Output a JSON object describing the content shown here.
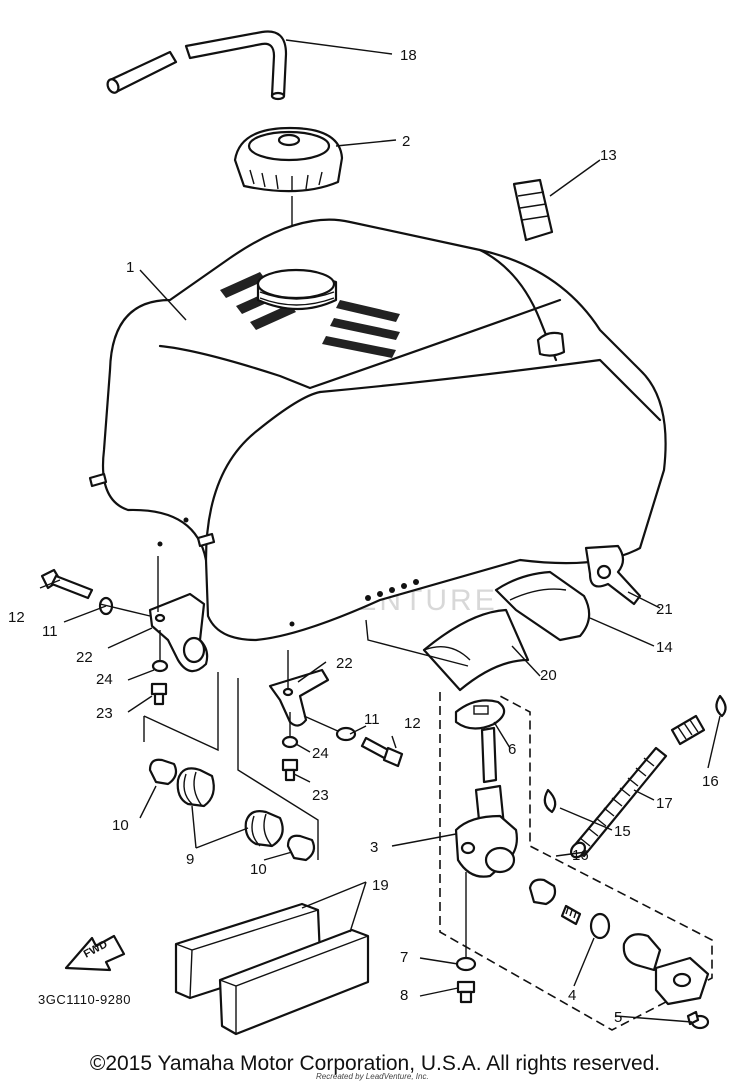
{
  "callouts": {
    "c1": "1",
    "c2": "2",
    "c3": "3",
    "c4": "4",
    "c5": "5",
    "c6": "6",
    "c7": "7",
    "c8": "8",
    "c9": "9",
    "c10a": "10",
    "c10b": "10",
    "c11a": "11",
    "c11b": "11",
    "c12a": "12",
    "c12b": "12",
    "c13": "13",
    "c14": "14",
    "c15": "15",
    "c16a": "16",
    "c16b": "16",
    "c17": "17",
    "c18": "18",
    "c19": "19",
    "c20": "20",
    "c21": "21",
    "c22a": "22",
    "c22b": "22",
    "c23a": "23",
    "c23b": "23",
    "c24a": "24",
    "c24b": "24"
  },
  "diagram_code": "3GC1110-9280",
  "fwd_label": "FWD",
  "watermark": "LEADVENTURE",
  "copyright": "©2015 Yamaha Motor Corporation, U.S.A. All rights reserved.",
  "credit": "Recreated by LeadVenture, Inc."
}
